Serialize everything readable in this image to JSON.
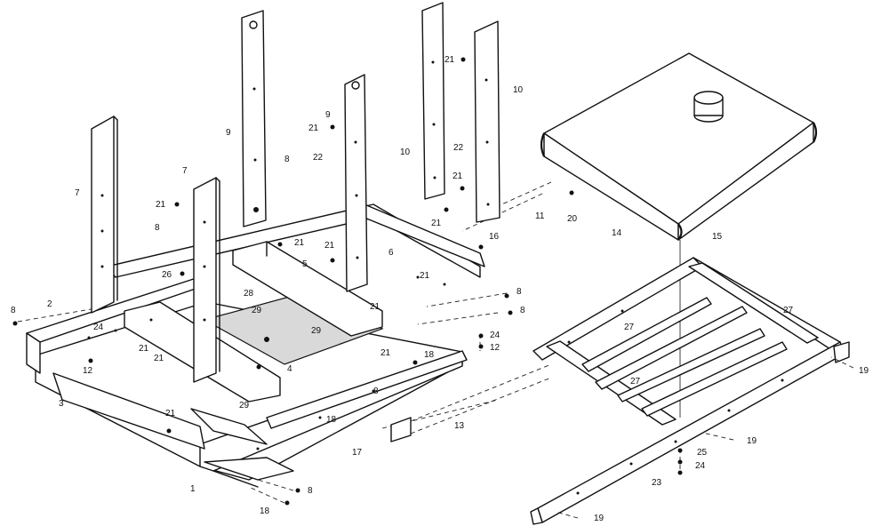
{
  "callouts": [
    {
      "id": "c9a",
      "text": "9"
    },
    {
      "id": "c9b",
      "text": "9"
    },
    {
      "id": "c21a",
      "text": "21"
    },
    {
      "id": "c21b",
      "text": "21"
    },
    {
      "id": "c10a",
      "text": "10"
    },
    {
      "id": "c10b",
      "text": "10"
    },
    {
      "id": "c22a",
      "text": "22"
    },
    {
      "id": "c22b",
      "text": "22"
    },
    {
      "id": "c8a",
      "text": "8"
    },
    {
      "id": "c7a",
      "text": "7"
    },
    {
      "id": "c7b",
      "text": "7"
    },
    {
      "id": "c21c",
      "text": "21"
    },
    {
      "id": "c21d",
      "text": "21"
    },
    {
      "id": "c21e",
      "text": "21"
    },
    {
      "id": "c11",
      "text": "11"
    },
    {
      "id": "c20",
      "text": "20"
    },
    {
      "id": "c14",
      "text": "14"
    },
    {
      "id": "c15",
      "text": "15"
    },
    {
      "id": "c8b",
      "text": "8"
    },
    {
      "id": "c21f",
      "text": "21"
    },
    {
      "id": "c21g",
      "text": "21"
    },
    {
      "id": "c6",
      "text": "6"
    },
    {
      "id": "c16",
      "text": "16"
    },
    {
      "id": "c26",
      "text": "26"
    },
    {
      "id": "c5",
      "text": "5"
    },
    {
      "id": "c21h",
      "text": "21"
    },
    {
      "id": "c28",
      "text": "28"
    },
    {
      "id": "c8c",
      "text": "8"
    },
    {
      "id": "c8d",
      "text": "8"
    },
    {
      "id": "c2",
      "text": "2"
    },
    {
      "id": "c29a",
      "text": "29"
    },
    {
      "id": "c21i",
      "text": "21"
    },
    {
      "id": "c8e",
      "text": "8"
    },
    {
      "id": "c24a",
      "text": "24"
    },
    {
      "id": "c29b",
      "text": "29"
    },
    {
      "id": "c24b",
      "text": "24"
    },
    {
      "id": "c12a",
      "text": "12"
    },
    {
      "id": "c21j",
      "text": "21"
    },
    {
      "id": "c21k",
      "text": "21"
    },
    {
      "id": "c18a",
      "text": "18"
    },
    {
      "id": "c21l",
      "text": "21"
    },
    {
      "id": "c12b",
      "text": "12"
    },
    {
      "id": "c4",
      "text": "4"
    },
    {
      "id": "c8f",
      "text": "8"
    },
    {
      "id": "c3",
      "text": "3"
    },
    {
      "id": "c29c",
      "text": "29"
    },
    {
      "id": "c21m",
      "text": "21"
    },
    {
      "id": "c18b",
      "text": "18"
    },
    {
      "id": "c13",
      "text": "13"
    },
    {
      "id": "c17",
      "text": "17"
    },
    {
      "id": "c1",
      "text": "1"
    },
    {
      "id": "c8g",
      "text": "8"
    },
    {
      "id": "c18c",
      "text": "18"
    },
    {
      "id": "c27a",
      "text": "27"
    },
    {
      "id": "c27b",
      "text": "27"
    },
    {
      "id": "c27c",
      "text": "27"
    },
    {
      "id": "c19a",
      "text": "19"
    },
    {
      "id": "c19b",
      "text": "19"
    },
    {
      "id": "c25",
      "text": "25"
    },
    {
      "id": "c24c",
      "text": "24"
    },
    {
      "id": "c23",
      "text": "23"
    },
    {
      "id": "c19c",
      "text": "19"
    }
  ]
}
